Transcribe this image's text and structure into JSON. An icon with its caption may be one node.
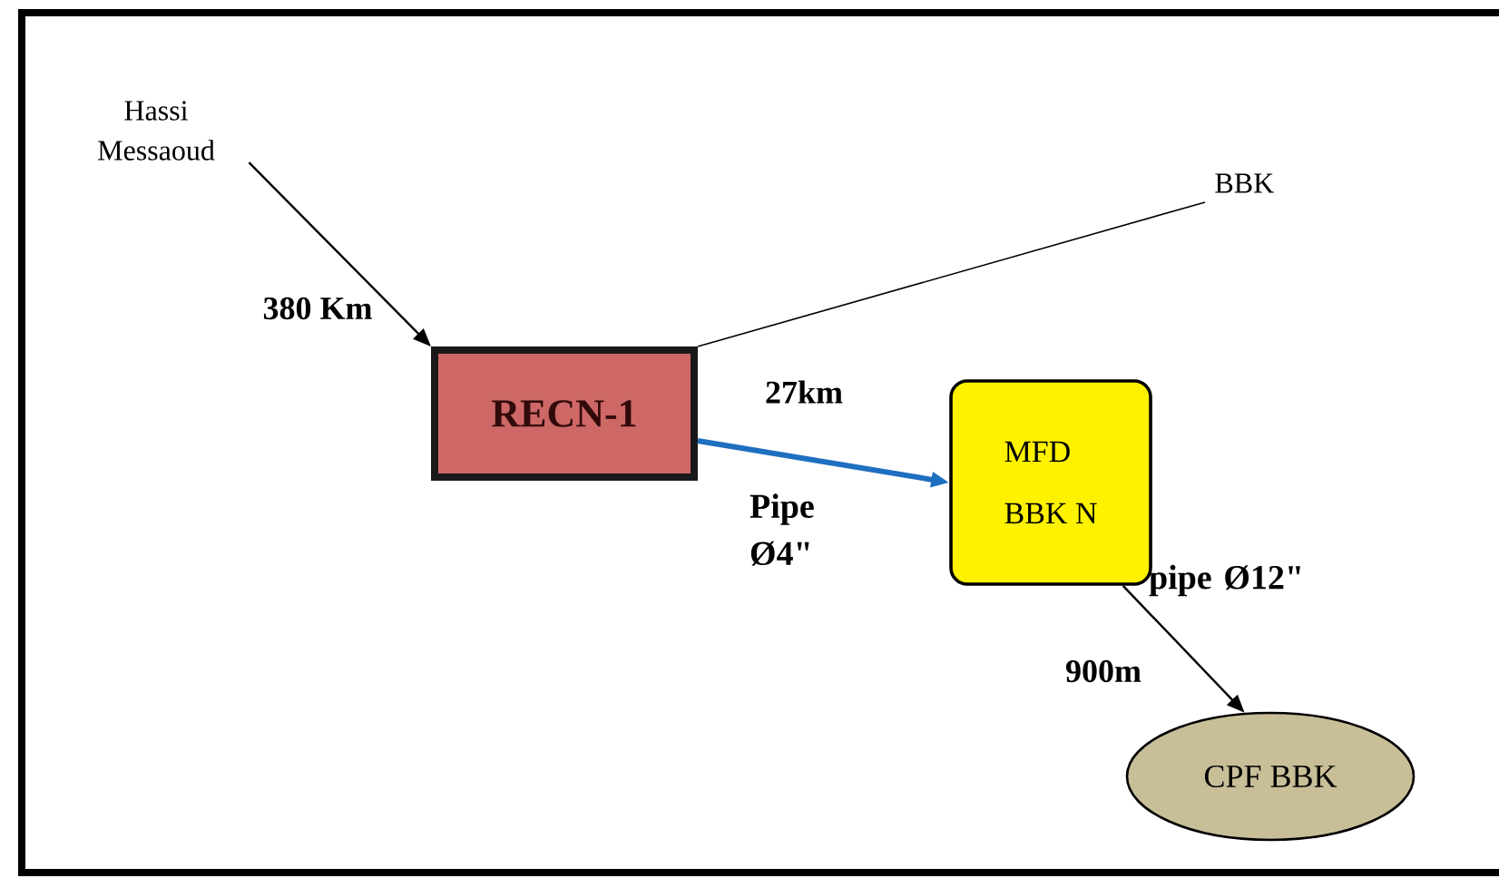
{
  "diagram": {
    "nodes": [
      {
        "text": [
          "Hassi Messaoud"
        ]
      },
      {
        "text": [
          "RECN-1"
        ]
      },
      {
        "text": [
          "BBK"
        ]
      },
      {
        "text": [
          "MFD",
          "BBK N"
        ]
      },
      {
        "text": [
          "CPF BBK"
        ]
      }
    ],
    "edges": [
      {
        "from": 0,
        "to": 1,
        "arrow": "to",
        "label": "380 Km"
      },
      {
        "from": 1,
        "to": 2,
        "arrow": "none"
      },
      {
        "from": 1,
        "to": 3,
        "arrow": "to",
        "label": "27km",
        "style": "thick",
        "color": "#1f6fc0"
      },
      {
        "from": 3,
        "to": 4,
        "arrow": "to",
        "label": "900m"
      }
    ],
    "labels": [
      "Pipe Ø4\"",
      "pipe Ø12\""
    ]
  }
}
